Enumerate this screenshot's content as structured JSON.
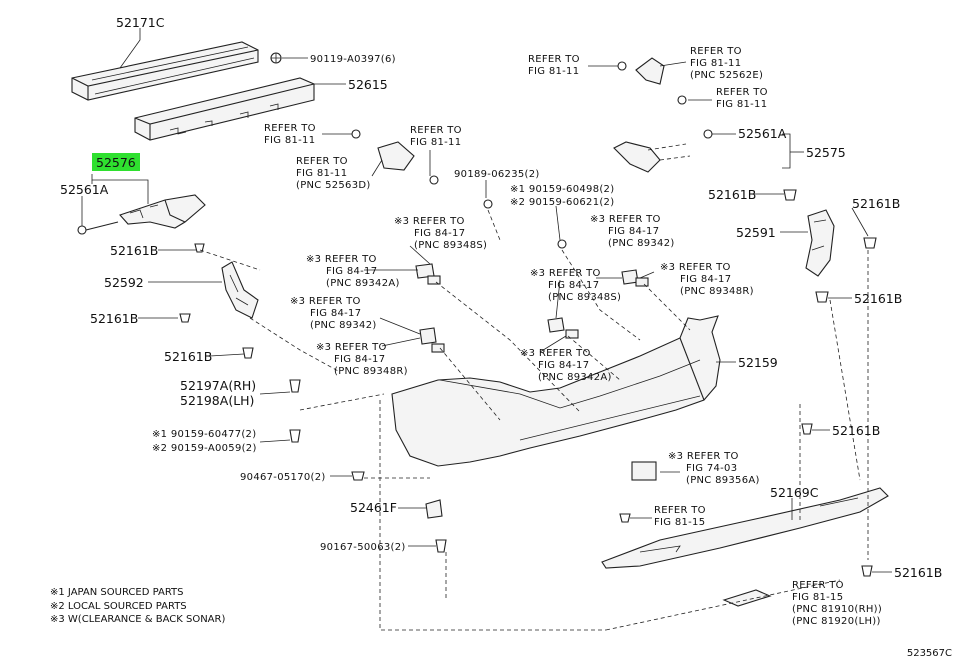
{
  "callouts": [
    {
      "id": "c52171C",
      "text": "52171C"
    },
    {
      "id": "c90119",
      "text": "90119-A0397(6)"
    },
    {
      "id": "c52615",
      "text": "52615"
    },
    {
      "id": "c52576",
      "text": "52576",
      "highlight": true,
      "highlight_color": "#2fe02f"
    },
    {
      "id": "c52561A_l",
      "text": "52561A"
    },
    {
      "id": "c52161B_1",
      "text": "52161B"
    },
    {
      "id": "c52592",
      "text": "52592"
    },
    {
      "id": "c52161B_2",
      "text": "52161B"
    },
    {
      "id": "c52161B_3",
      "text": "52161B"
    },
    {
      "id": "c52197A",
      "text": "52197A(RH)"
    },
    {
      "id": "c52198A",
      "text": "52198A(LH)"
    },
    {
      "id": "c90159_60477",
      "text": "※1 90159-60477(2)"
    },
    {
      "id": "c90159_A0059",
      "text": "※2 90159-A0059(2)"
    },
    {
      "id": "c90467",
      "text": "90467-05170(2)"
    },
    {
      "id": "c52461F",
      "text": "52461F"
    },
    {
      "id": "c90167",
      "text": "90167-50063(2)"
    },
    {
      "id": "c90189",
      "text": "90189-06235(2)"
    },
    {
      "id": "c90159_60498",
      "text": "※1 90159-60498(2)"
    },
    {
      "id": "c90159_60621",
      "text": "※2 90159-60621(2)"
    },
    {
      "id": "c52561A_r",
      "text": "52561A"
    },
    {
      "id": "c52575",
      "text": "52575"
    },
    {
      "id": "c52161B_r1",
      "text": "52161B"
    },
    {
      "id": "c52161B_r2",
      "text": "52161B"
    },
    {
      "id": "c52591",
      "text": "52591"
    },
    {
      "id": "c52161B_r3",
      "text": "52161B"
    },
    {
      "id": "c52159",
      "text": "52159"
    },
    {
      "id": "c52161B_r4",
      "text": "52161B"
    },
    {
      "id": "c52169C",
      "text": "52169C"
    },
    {
      "id": "c52161B_r5",
      "text": "52161B"
    }
  ],
  "references": [
    {
      "id": "r1",
      "lines": [
        "REFER TO",
        "FIG 81-11"
      ]
    },
    {
      "id": "r2",
      "lines": [
        "REFER TO",
        "FIG 81-11",
        "(PNC 52562E)"
      ]
    },
    {
      "id": "r3",
      "lines": [
        "REFER TO",
        "FIG 81-11"
      ]
    },
    {
      "id": "r4",
      "lines": [
        "REFER TO",
        "FIG 81-11"
      ]
    },
    {
      "id": "r5",
      "lines": [
        "REFER TO",
        "FIG 81-11"
      ]
    },
    {
      "id": "r6",
      "lines": [
        "REFER TO",
        "FIG 81-11",
        "(PNC 52563D)"
      ]
    },
    {
      "id": "r7",
      "lines": [
        "※3 REFER TO",
        "FIG 84-17",
        "(PNC 89348S)"
      ]
    },
    {
      "id": "r8",
      "lines": [
        "※3 REFER TO",
        "FIG 84-17",
        "(PNC 89342)"
      ]
    },
    {
      "id": "r9",
      "lines": [
        "※3 REFER TO",
        "FIG 84-17",
        "(PNC 89342A)"
      ]
    },
    {
      "id": "r10",
      "lines": [
        "※3 REFER TO",
        "FIG 84-17",
        "(PNC 89348S)"
      ]
    },
    {
      "id": "r11",
      "lines": [
        "※3 REFER TO",
        "FIG 84-17",
        "(PNC 89348R)"
      ]
    },
    {
      "id": "r12",
      "lines": [
        "※3 REFER TO",
        "FIG 84-17",
        "(PNC 89342)"
      ]
    },
    {
      "id": "r13",
      "lines": [
        "※3 REFER TO",
        "FIG 84-17",
        "(PNC 89342A)"
      ]
    },
    {
      "id": "r14",
      "lines": [
        "※3 REFER TO",
        "FIG 84-17",
        "(PNC 89348R)"
      ]
    },
    {
      "id": "r15",
      "lines": [
        "※3 REFER TO",
        "FIG 74-03",
        "(PNC 89356A)"
      ]
    },
    {
      "id": "r16",
      "lines": [
        "REFER TO",
        "FIG 81-15"
      ]
    },
    {
      "id": "r17",
      "lines": [
        "REFER TO",
        "FIG 81-15",
        "(PNC 81910(RH))",
        "(PNC 81920(LH))"
      ]
    }
  ],
  "notes": [
    "※1 JAPAN SOURCED PARTS",
    "※2 LOCAL SOURCED PARTS",
    "※3 W(CLEARANCE & BACK SONAR)"
  ],
  "diagram_id": "523567C"
}
